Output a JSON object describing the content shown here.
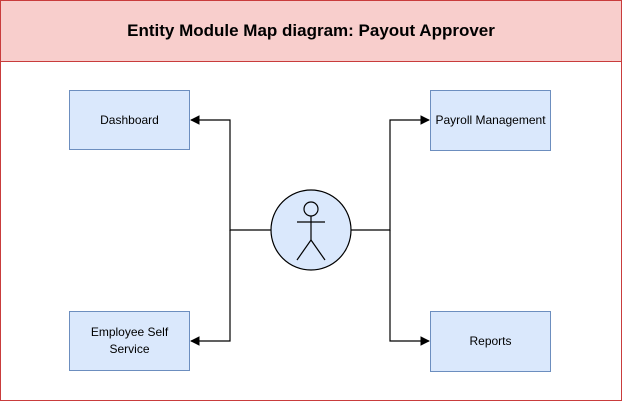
{
  "diagram": {
    "title": "Entity Module Map diagram: Payout Approver",
    "nodes": {
      "dashboard": "Dashboard",
      "employee_self_service": "Employee Self Service",
      "payroll_management": "Payroll Management",
      "reports": "Reports"
    },
    "actor_icon": "person-icon"
  },
  "colors": {
    "title_fill": "#f8cecc",
    "title_border": "#c93c3c",
    "node_fill": "#dae8fc",
    "node_border": "#6c8ebf",
    "actor_fill": "#dae8fc",
    "edge": "#000000"
  }
}
